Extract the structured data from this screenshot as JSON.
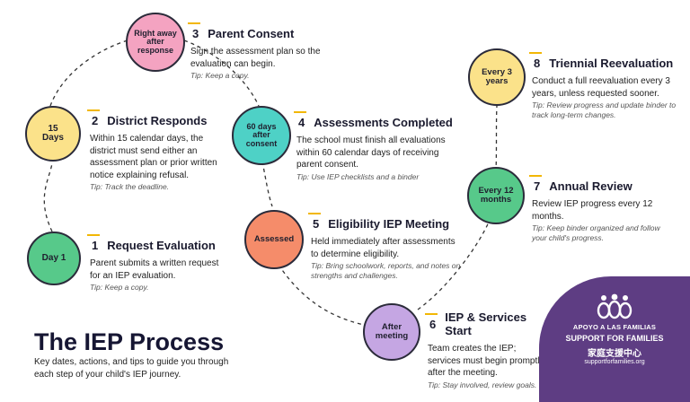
{
  "title": "The IEP Process",
  "subtitle": "Key dates, actions, and tips to guide you through each step of your child's IEP journey.",
  "steps": [
    {
      "num": "1",
      "title": "Request Evaluation",
      "circle": "Day 1",
      "circle_color": "#57c98a",
      "desc": "Parent submits a written request for an IEP evaluation.",
      "tip": "Tip: Keep a copy."
    },
    {
      "num": "2",
      "title": "District Responds",
      "circle": "15 Days",
      "circle_color": "#fbe28a",
      "desc": "Within 15 calendar days, the district must send either an assessment plan or prior written notice explaining refusal.",
      "tip": "Tip: Track the deadline."
    },
    {
      "num": "3",
      "title": "Parent Consent",
      "circle": "Right away after response",
      "circle_color": "#f4a3c1",
      "desc": "Sign the assessment plan so the evaluation can begin.",
      "tip": "Tip: Keep a copy."
    },
    {
      "num": "4",
      "title": "Assessments Completed",
      "circle": "60 days after consent",
      "circle_color": "#4ed1c6",
      "desc": "The school must finish all evaluations within 60 calendar days of receiving parent consent.",
      "tip": "Tip: Use IEP checklists and a binder"
    },
    {
      "num": "5",
      "title": "Eligibility IEP Meeting",
      "circle": "Assessed",
      "circle_color": "#f58c6a",
      "desc": "Held immediately after assessments to determine eligibility.",
      "tip": "Tip: Bring schoolwork, reports, and notes on strengths and challenges."
    },
    {
      "num": "6",
      "title": "IEP & Services Start",
      "circle": "After meeting",
      "circle_color": "#c5a6e3",
      "desc": "Team creates the IEP; services must begin promptly after the meeting.",
      "tip": "Tip: Stay involved, review goals."
    },
    {
      "num": "7",
      "title": "Annual Review",
      "circle": "Every 12 months",
      "circle_color": "#57c98a",
      "desc": "Review IEP progress every 12 months.",
      "tip": "Tip: Keep binder organized and follow your child's progress."
    },
    {
      "num": "8",
      "title": "Triennial Reevaluation",
      "circle": "Every 3 years",
      "circle_color": "#fbe28a",
      "desc": "Conduct a full reevaluation every 3 years, unless requested sooner.",
      "tip": "Tip: Review progress and update binder to track long-term changes."
    }
  ],
  "org": {
    "line1": "APOYO A LAS FAMILIAS",
    "line2": "SUPPORT FOR FAMILIES",
    "line3": "家庭支援中心",
    "line4": "supportforfamilies.org"
  },
  "colors": {
    "accent": "#f2b705",
    "brand": "#5e3d83",
    "ink": "#161633"
  }
}
